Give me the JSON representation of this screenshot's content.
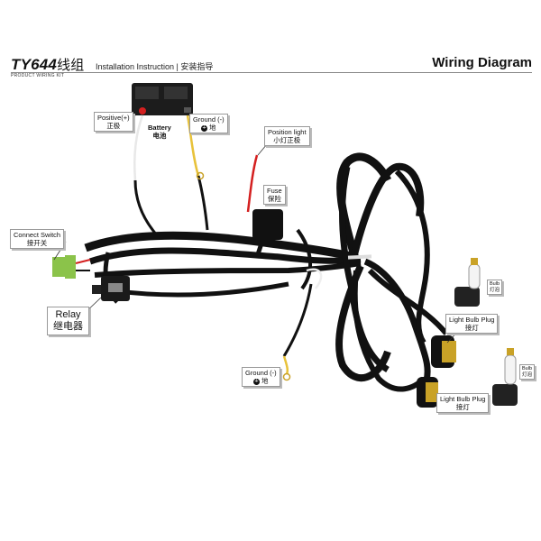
{
  "header": {
    "model": "TY644",
    "model_cn": "线组",
    "subtitle": "Installation Instruction | 安装指导",
    "kit": "PRODUCT WIRING KIT",
    "title": "Wiring Diagram"
  },
  "labels": {
    "positive": {
      "en": "Positive(+)",
      "cn": "正极"
    },
    "battery": {
      "en": "Battery",
      "cn": "电池"
    },
    "ground_top": {
      "en": "Ground (-)",
      "cn": "地"
    },
    "position_light": {
      "en": "Position light",
      "cn": "小灯正极"
    },
    "fuse": {
      "en": "Fuse",
      "cn": "保险"
    },
    "connect_switch": {
      "en": "Connect Switch",
      "cn": "接开关"
    },
    "relay": {
      "en": "Relay",
      "cn": "继电器"
    },
    "ground_bottom": {
      "en": "Ground (-)",
      "cn": "地"
    },
    "plug_top": {
      "en": "Light Bulb Plug",
      "cn": "接灯"
    },
    "plug_bottom": {
      "en": "Light Bulb Plug",
      "cn": "接灯"
    },
    "bulb_top": {
      "en": "Bulb",
      "cn": "灯泡"
    },
    "bulb_bottom": {
      "en": "Bulb",
      "cn": "灯泡"
    }
  },
  "colors": {
    "wire": "#111111",
    "wire_red": "#d42020",
    "wire_yellow": "#e8c23a",
    "switch_green": "#8bc34a",
    "battery_body": "#1c1c1c"
  }
}
